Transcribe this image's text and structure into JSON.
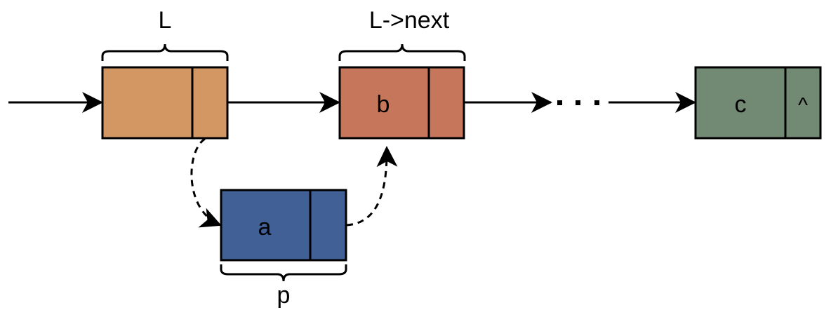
{
  "diagram": {
    "type": "linked-list-insertion",
    "nodes": [
      {
        "id": "L",
        "data": "",
        "next": "",
        "fill": "#d29762",
        "bracket_label": "L"
      },
      {
        "id": "b",
        "data": "b",
        "next": "",
        "fill": "#c5765b",
        "bracket_label": "L->next"
      },
      {
        "id": "c",
        "data": "c",
        "next": "^",
        "fill": "#728a74",
        "bracket_label": ""
      },
      {
        "id": "a",
        "data": "a",
        "next": "",
        "fill": "#416096",
        "bracket_label": "p"
      }
    ],
    "ellipsis": "...",
    "edges": [
      {
        "from": "start",
        "to": "L",
        "style": "solid"
      },
      {
        "from": "L",
        "to": "b",
        "style": "solid"
      },
      {
        "from": "b",
        "to": "ellipsis",
        "style": "solid"
      },
      {
        "from": "ellipsis",
        "to": "c",
        "style": "solid"
      },
      {
        "from": "L",
        "to": "a",
        "style": "dashed"
      },
      {
        "from": "a",
        "to": "b",
        "style": "dashed"
      }
    ]
  }
}
